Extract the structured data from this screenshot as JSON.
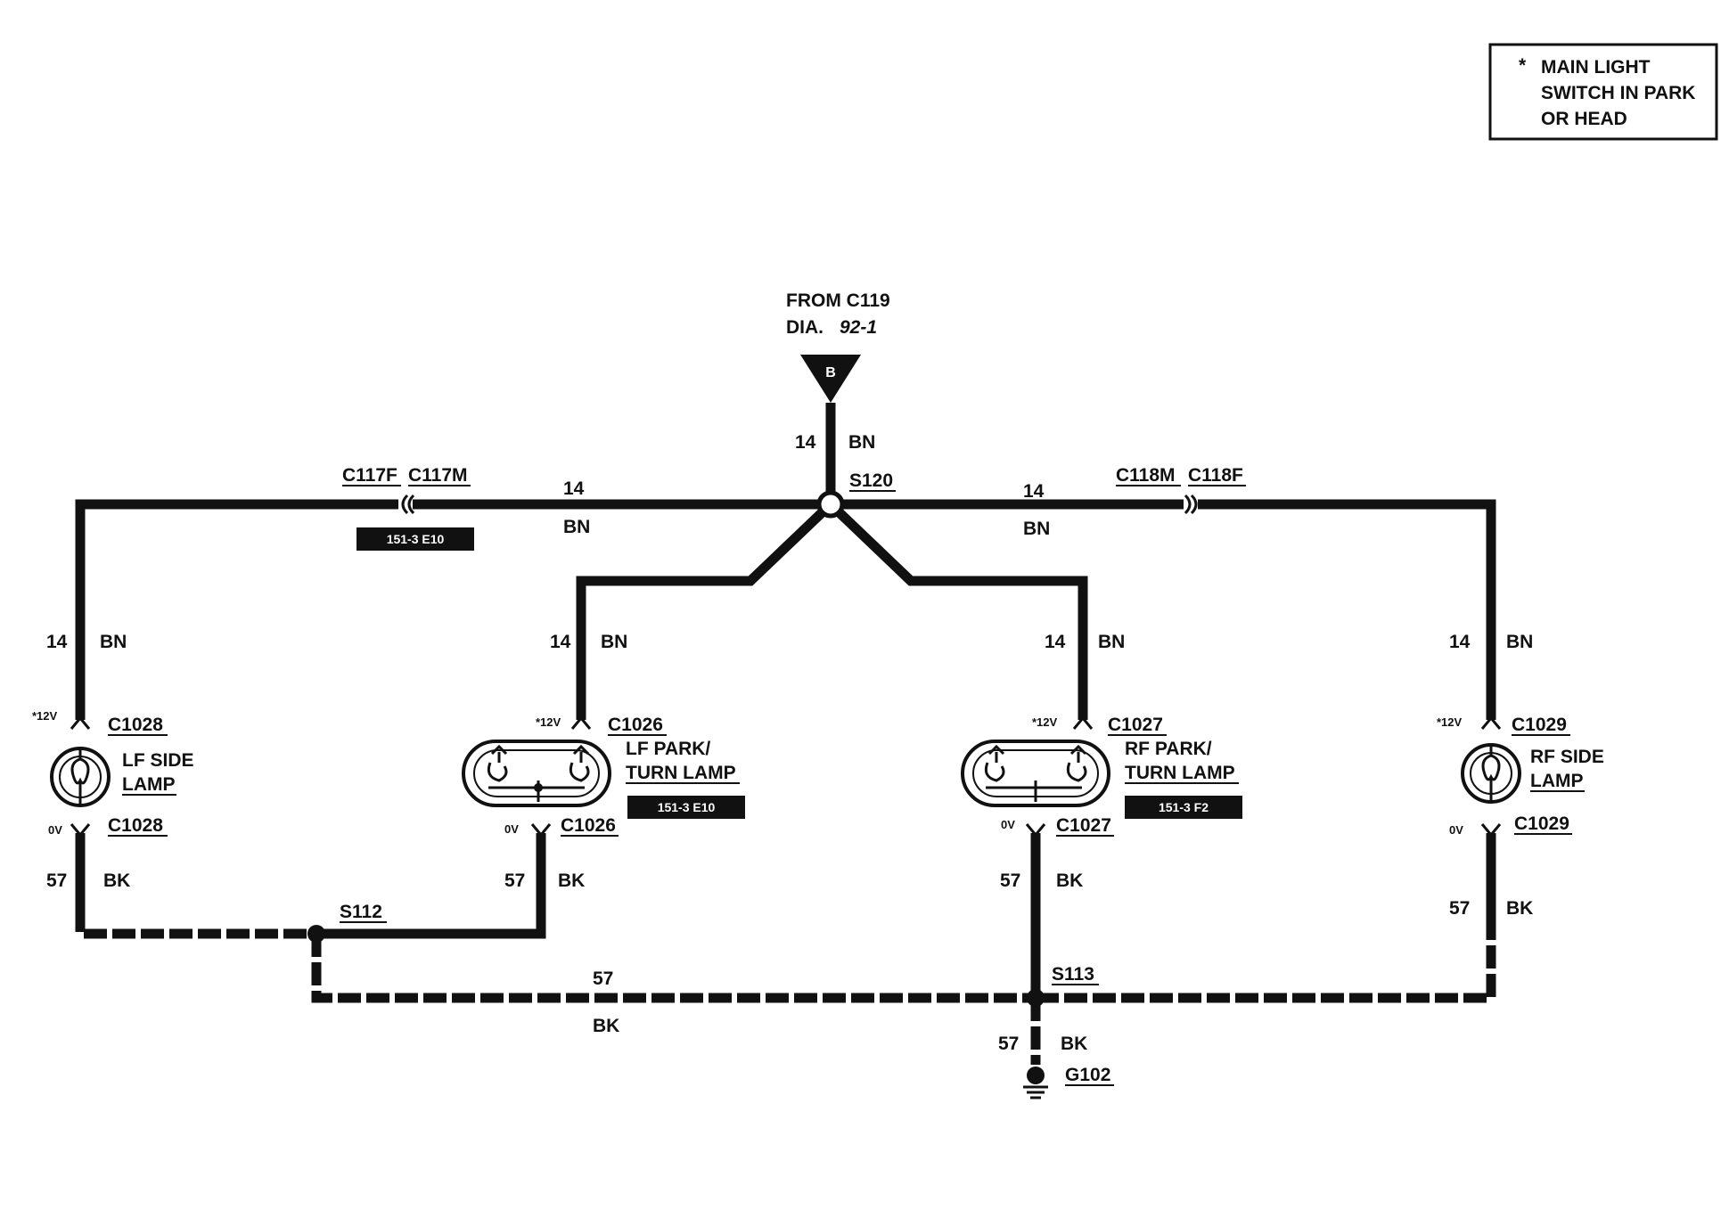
{
  "note": {
    "asterisk": "*",
    "lines": [
      "MAIN LIGHT",
      "SWITCH IN PARK",
      "OR HEAD"
    ]
  },
  "source": {
    "from": "FROM C119",
    "dia_prefix": "DIA.",
    "dia_ref": "92-1",
    "terminal": "B"
  },
  "feed_wire": {
    "gauge": "14",
    "color": "BN"
  },
  "splices": {
    "s120": "S120",
    "s112": "S112",
    "s113": "S113"
  },
  "ground": {
    "label": "G102",
    "gauge": "57",
    "color": "BK"
  },
  "left_bus": {
    "gauge": "14",
    "color": "BN",
    "connector_f": "C117F",
    "connector_m": "C117M",
    "ref": "151-3 E10"
  },
  "right_bus": {
    "gauge": "14",
    "color": "BN",
    "connector_m": "C118M",
    "connector_f": "C118F"
  },
  "ground_bus": {
    "gauge": "57",
    "color": "BK"
  },
  "lamps": [
    {
      "id": "lf-side",
      "name_line1": "LF SIDE",
      "name_line2": "LAMP",
      "connector_top": "C1028",
      "connector_bottom": "C1028",
      "voltage_top": "*12V",
      "voltage_bottom": "0V",
      "supply_gauge": "14",
      "supply_color": "BN",
      "ground_gauge": "57",
      "ground_color": "BK",
      "ref": ""
    },
    {
      "id": "lf-park",
      "name_line1": "LF PARK/",
      "name_line2": "TURN LAMP",
      "connector_top": "C1026",
      "connector_bottom": "C1026",
      "voltage_top": "*12V",
      "voltage_bottom": "0V",
      "supply_gauge": "14",
      "supply_color": "BN",
      "ground_gauge": "57",
      "ground_color": "BK",
      "ref": "151-3 E10"
    },
    {
      "id": "rf-park",
      "name_line1": "RF PARK/",
      "name_line2": "TURN LAMP",
      "connector_top": "C1027",
      "connector_bottom": "C1027",
      "voltage_top": "*12V",
      "voltage_bottom": "0V",
      "supply_gauge": "14",
      "supply_color": "BN",
      "ground_gauge": "57",
      "ground_color": "BK",
      "ref": "151-3 F2"
    },
    {
      "id": "rf-side",
      "name_line1": "RF SIDE",
      "name_line2": "LAMP",
      "connector_top": "C1029",
      "connector_bottom": "C1029",
      "voltage_top": "*12V",
      "voltage_bottom": "0V",
      "supply_gauge": "14",
      "supply_color": "BN",
      "ground_gauge": "57",
      "ground_color": "BK",
      "ref": ""
    }
  ]
}
